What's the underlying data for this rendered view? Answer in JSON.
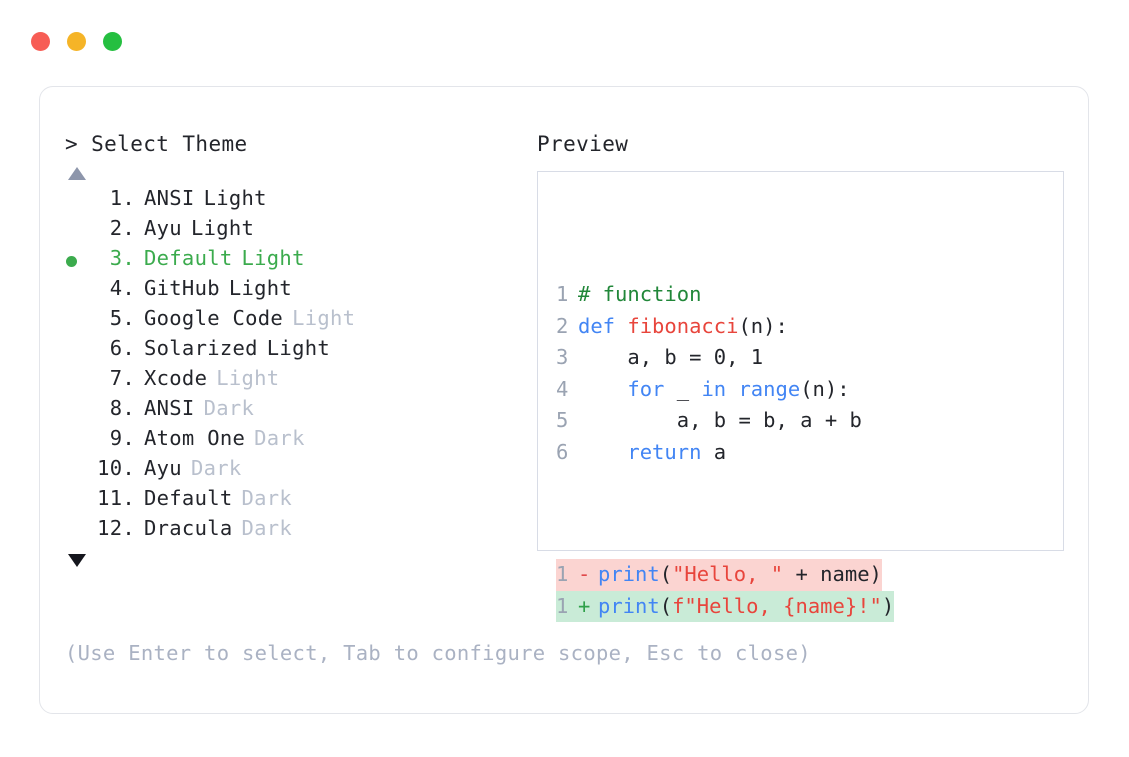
{
  "window": {
    "dots": [
      {
        "name": "close",
        "color": "#f75d55"
      },
      {
        "name": "minimize",
        "color": "#f5b427"
      },
      {
        "name": "maximize",
        "color": "#25bf40"
      }
    ]
  },
  "left": {
    "prompt": "> Select Theme",
    "scroll_up_icon": "triangle-up-icon",
    "scroll_down_icon": "triangle-down-icon",
    "selected_index": 3,
    "selected_bullet": "●",
    "items": [
      {
        "index": "1.",
        "name": "ANSI",
        "variant": "Light",
        "variant_dim": false,
        "selected": false
      },
      {
        "index": "2.",
        "name": "Ayu",
        "variant": "Light",
        "variant_dim": false,
        "selected": false
      },
      {
        "index": "3.",
        "name": "Default",
        "variant": "Light",
        "variant_dim": false,
        "selected": true
      },
      {
        "index": "4.",
        "name": "GitHub",
        "variant": "Light",
        "variant_dim": false,
        "selected": false
      },
      {
        "index": "5.",
        "name": "Google Code",
        "variant": "Light",
        "variant_dim": true,
        "selected": false
      },
      {
        "index": "6.",
        "name": "Solarized",
        "variant": "Light",
        "variant_dim": false,
        "selected": false
      },
      {
        "index": "7.",
        "name": "Xcode",
        "variant": "Light",
        "variant_dim": true,
        "selected": false
      },
      {
        "index": "8.",
        "name": "ANSI",
        "variant": "Dark",
        "variant_dim": true,
        "selected": false
      },
      {
        "index": "9.",
        "name": "Atom One",
        "variant": "Dark",
        "variant_dim": true,
        "selected": false
      },
      {
        "index": "10.",
        "name": "Ayu",
        "variant": "Dark",
        "variant_dim": true,
        "selected": false
      },
      {
        "index": "11.",
        "name": "Default",
        "variant": "Dark",
        "variant_dim": true,
        "selected": false
      },
      {
        "index": "12.",
        "name": "Dracula",
        "variant": "Dark",
        "variant_dim": true,
        "selected": false
      }
    ]
  },
  "right": {
    "label": "Preview",
    "code_lines": [
      {
        "num": "1",
        "tokens": [
          {
            "t": "# function",
            "c": "comment"
          }
        ]
      },
      {
        "num": "2",
        "tokens": [
          {
            "t": "def ",
            "c": "kw"
          },
          {
            "t": "fibonacci",
            "c": "fn"
          },
          {
            "t": "(n):",
            "c": "plain"
          }
        ]
      },
      {
        "num": "3",
        "tokens": [
          {
            "t": "    a, b = 0, 1",
            "c": "plain"
          }
        ]
      },
      {
        "num": "4",
        "tokens": [
          {
            "t": "    ",
            "c": "plain"
          },
          {
            "t": "for",
            "c": "kw"
          },
          {
            "t": " _ ",
            "c": "plain"
          },
          {
            "t": "in",
            "c": "kw"
          },
          {
            "t": " ",
            "c": "plain"
          },
          {
            "t": "range",
            "c": "kw"
          },
          {
            "t": "(n):",
            "c": "plain"
          }
        ]
      },
      {
        "num": "5",
        "tokens": [
          {
            "t": "        a, b = b, a + b",
            "c": "plain"
          }
        ]
      },
      {
        "num": "6",
        "tokens": [
          {
            "t": "    ",
            "c": "plain"
          },
          {
            "t": "return",
            "c": "kw"
          },
          {
            "t": " a",
            "c": "plain"
          }
        ]
      }
    ],
    "diff_lines": [
      {
        "num": "1",
        "mark": "-",
        "kind": "del",
        "tokens": [
          {
            "t": "print",
            "c": "kw"
          },
          {
            "t": "(",
            "c": "plain"
          },
          {
            "t": "\"Hello, \"",
            "c": "str"
          },
          {
            "t": " + name)",
            "c": "plain"
          }
        ]
      },
      {
        "num": "1",
        "mark": "+",
        "kind": "add",
        "tokens": [
          {
            "t": "print",
            "c": "kw"
          },
          {
            "t": "(",
            "c": "plain"
          },
          {
            "t": "f\"Hello, {name}!\"",
            "c": "str"
          },
          {
            "t": ")",
            "c": "plain"
          }
        ]
      }
    ]
  },
  "footer": {
    "hint": "(Use Enter to select, Tab to configure scope, Esc to close)"
  },
  "colors": {
    "accent_green": "#3bab4d",
    "keyword_blue": "#4285f4",
    "string_red": "#e8453c",
    "comment_green": "#218739",
    "diff_delete_bg": "#fbd4d1",
    "diff_add_bg": "#c9ebd7",
    "dim_text": "#b9c0cd"
  }
}
